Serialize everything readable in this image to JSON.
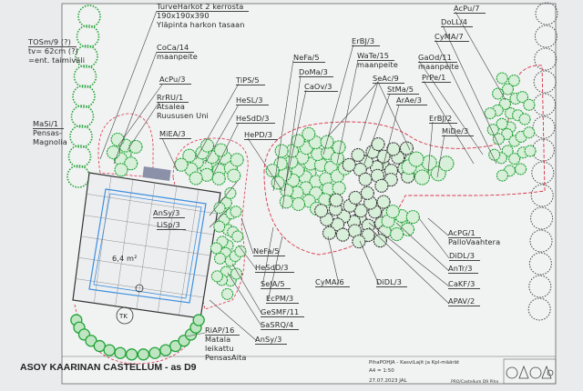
{
  "title": "ASOY KAARINAN CASTELLUM - as D9",
  "footer": {
    "description": "PihaPOHJA - KasviLajit ja Kpl-määrät",
    "scale": "A4 = 1:50",
    "date_author": "27.07.2023  JAL",
    "file": "PRO/Castellum D9 Piha"
  },
  "area_label": "6,4 m²",
  "tk_label": "TK",
  "labels": {
    "turveharkot": [
      "TurveHarkot 2 kerrosta",
      "190x190x390",
      "Yläpinta harkon tasaan"
    ],
    "tosm": [
      "TOSm/9 (?)",
      "tv= 62cm (?)",
      "=ent. taimiväli"
    ],
    "coca": [
      "CoCa/14",
      "maanpeite"
    ],
    "acpu3": [
      "AcPu/3"
    ],
    "rrru": [
      "RrRU/1",
      "Atsalea",
      "Ruususen Uni"
    ],
    "masi": [
      "MaSi/1",
      "Pensas-",
      "Magnolia"
    ],
    "miea": [
      "MiEA/3"
    ],
    "tips": [
      "TiPS/5"
    ],
    "hesl": [
      "HeSL/3"
    ],
    "hesdd_top": [
      "HeSdD/3"
    ],
    "hepd": [
      "HePD/3"
    ],
    "nefa_top": [
      "NeFa/5"
    ],
    "doma": [
      "DoMa/3"
    ],
    "caov": [
      "CaOv/3"
    ],
    "erbj3": [
      "ErBJ/3"
    ],
    "wate": [
      "WaTe/15",
      "maanpeite"
    ],
    "seac": [
      "SeAc/9"
    ],
    "stma": [
      "StMa/5"
    ],
    "arae": [
      "ArAe/3"
    ],
    "erbj2": [
      "ErBJ/2"
    ],
    "mide": [
      "MiDe/3"
    ],
    "acpu7": [
      "AcPu/7"
    ],
    "doll": [
      "DoLL/4"
    ],
    "cyma7": [
      "CyMA/7"
    ],
    "gaod": [
      "GaOd/11",
      "maanpeite"
    ],
    "prpe": [
      "PrPe/1"
    ],
    "ansy_top": [
      "AnSy/3"
    ],
    "lisp": [
      "LiSp/3"
    ],
    "nefa_low": [
      "NeFa/5"
    ],
    "hesdd_low": [
      "HeSdD/3"
    ],
    "seja": [
      "SeJA/5"
    ],
    "ecpm": [
      "EcPM/3"
    ],
    "gesmf": [
      "GeSMF/11"
    ],
    "sasrq": [
      "SaSRQ/4"
    ],
    "ansy_low": [
      "AnSy/3"
    ],
    "riap": [
      "RiAP/16",
      "Matala",
      "leikattu",
      "PensasAita"
    ],
    "cyma6": [
      "CyMA/6"
    ],
    "didl_mid": [
      "DiDL/3"
    ],
    "acpg": [
      "AcPG/1",
      "PalloVaahtera"
    ],
    "didl_right": [
      "DiDL/3"
    ],
    "antr": [
      "AnTr/3"
    ],
    "cakf": [
      "CaKF/3"
    ],
    "apav": [
      "APAV/2"
    ]
  },
  "colors": {
    "plant": "#1fa335",
    "border": "#d8344a",
    "deck": "#3b8fe0",
    "line": "#333333"
  }
}
